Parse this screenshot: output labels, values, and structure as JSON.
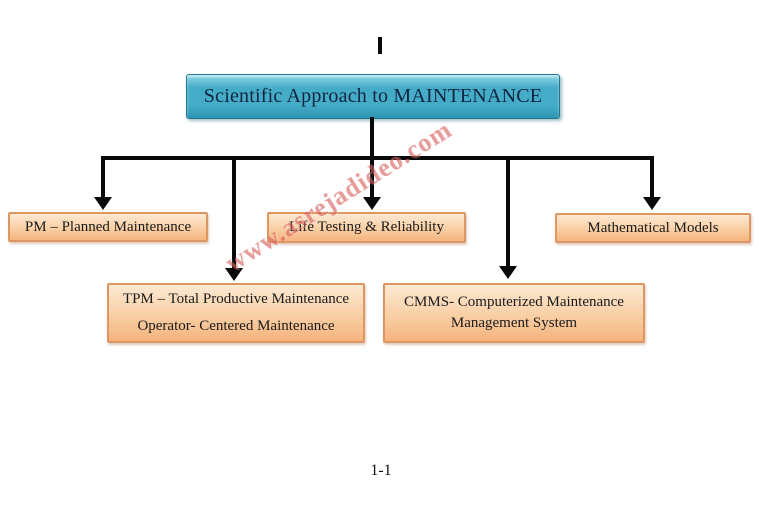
{
  "colors": {
    "accent-cyan": "#45acc8",
    "accent-cyan-light": "#90d7e8",
    "accent-cyan-dark": "#2d96b5",
    "accent-cyan-border": "#23758d",
    "node-fill-light": "#fde9d3",
    "node-fill-mid": "#f9cfa4",
    "node-fill-dark": "#f5b37e",
    "node-border": "#de9662",
    "node-text": "#1a1a1a",
    "title-text": "#0f2540",
    "line-black": "#0a0a0a",
    "watermark-red": "#d96060"
  },
  "page": {
    "caret_mark": "I",
    "page_number": "1-1"
  },
  "watermark": {
    "text": "www.asrejadideo.com"
  },
  "diagram": {
    "root": {
      "label": "Scientific Approach to MAINTENANCE"
    },
    "nodes": [
      {
        "id": "pm",
        "label": "PM – Planned Maintenance"
      },
      {
        "id": "life",
        "label": "Life Testing & Reliability"
      },
      {
        "id": "math",
        "label": "Mathematical Models"
      },
      {
        "id": "tpm",
        "lines": [
          "TPM – Total Productive Maintenance",
          "Operator- Centered Maintenance"
        ]
      },
      {
        "id": "cmms",
        "lines": [
          "CMMS- Computerized Maintenance",
          "Management System"
        ]
      }
    ]
  }
}
